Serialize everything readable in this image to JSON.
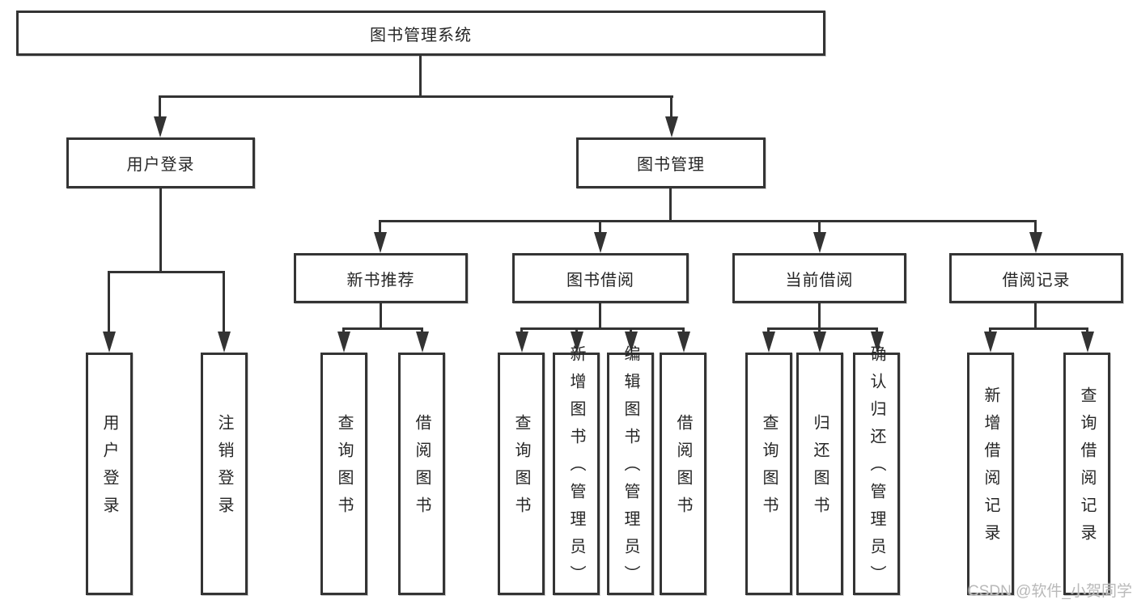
{
  "diagram": {
    "root": "图书管理系统",
    "l2": {
      "user_login": "用户登录",
      "book_mgmt": "图书管理"
    },
    "l3": {
      "new_books": "新书推荐",
      "book_borrow": "图书借阅",
      "current_borrow": "当前借阅",
      "borrow_records": "借阅记录"
    },
    "leaves": {
      "user_login_login": "用户登录",
      "user_login_logout": "注销登录",
      "new_books_query": "查询图书",
      "new_books_borrow": "借阅图书",
      "borrow_query": "查询图书",
      "borrow_add": "新增图书（管理员）",
      "borrow_edit": "编辑图书（管理员）",
      "borrow_borrow": "借阅图书",
      "current_query": "查询图书",
      "current_return": "归还图书",
      "current_confirm": "确认归还（管理员）",
      "records_add": "新增借阅记录",
      "records_query": "查询借阅记录"
    }
  },
  "watermark": "CSDN @软件_小贺同学",
  "colors": {
    "line": "#333333",
    "text": "#262626",
    "watermark": "#b9b9b9",
    "background": "#ffffff"
  }
}
